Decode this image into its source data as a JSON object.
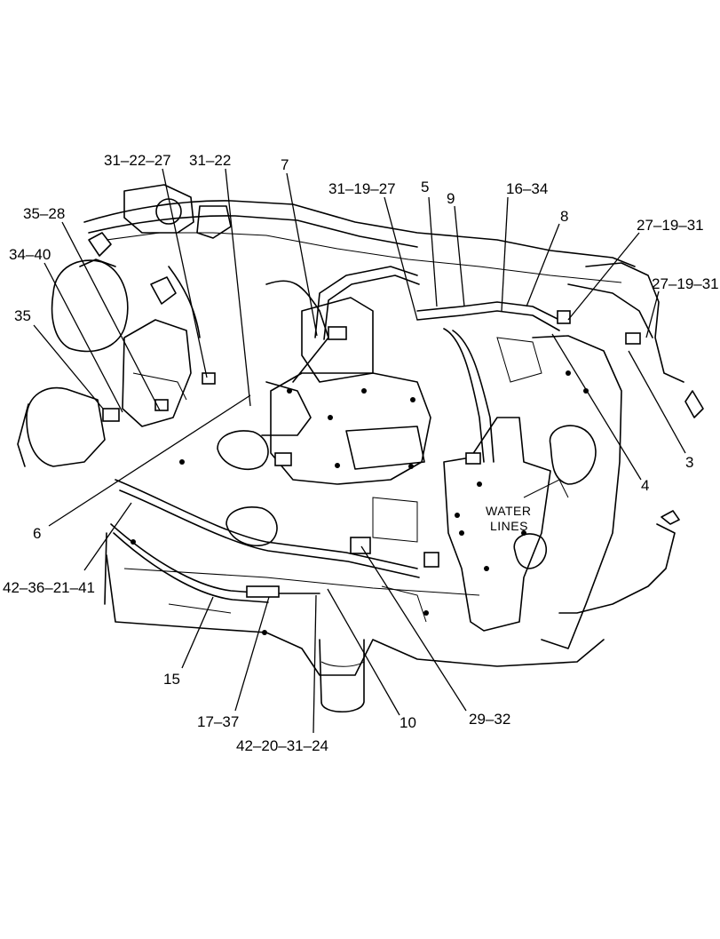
{
  "callouts": {
    "c_31_22_27": "31–22–27",
    "c_31_22": "31–22",
    "c_7": "7",
    "c_31_19_27": "31–19–27",
    "c_5": "5",
    "c_9": "9",
    "c_16_34": "16–34",
    "c_8": "8",
    "c_27_19_31_a": "27–19–31",
    "c_27_19_31_b": "27–19–31",
    "c_35_28": "35–28",
    "c_34_40": "34–40",
    "c_35": "35",
    "c_3": "3",
    "c_4": "4",
    "c_6": "6",
    "c_42_36_21_41": "42–36–21–41",
    "c_15": "15",
    "c_17_37": "17–37",
    "c_42_20_31_24": "42–20–31–24",
    "c_10": "10",
    "c_29_32": "29–32"
  },
  "labels": {
    "water_line1": "WATER",
    "water_line2": "LINES"
  }
}
